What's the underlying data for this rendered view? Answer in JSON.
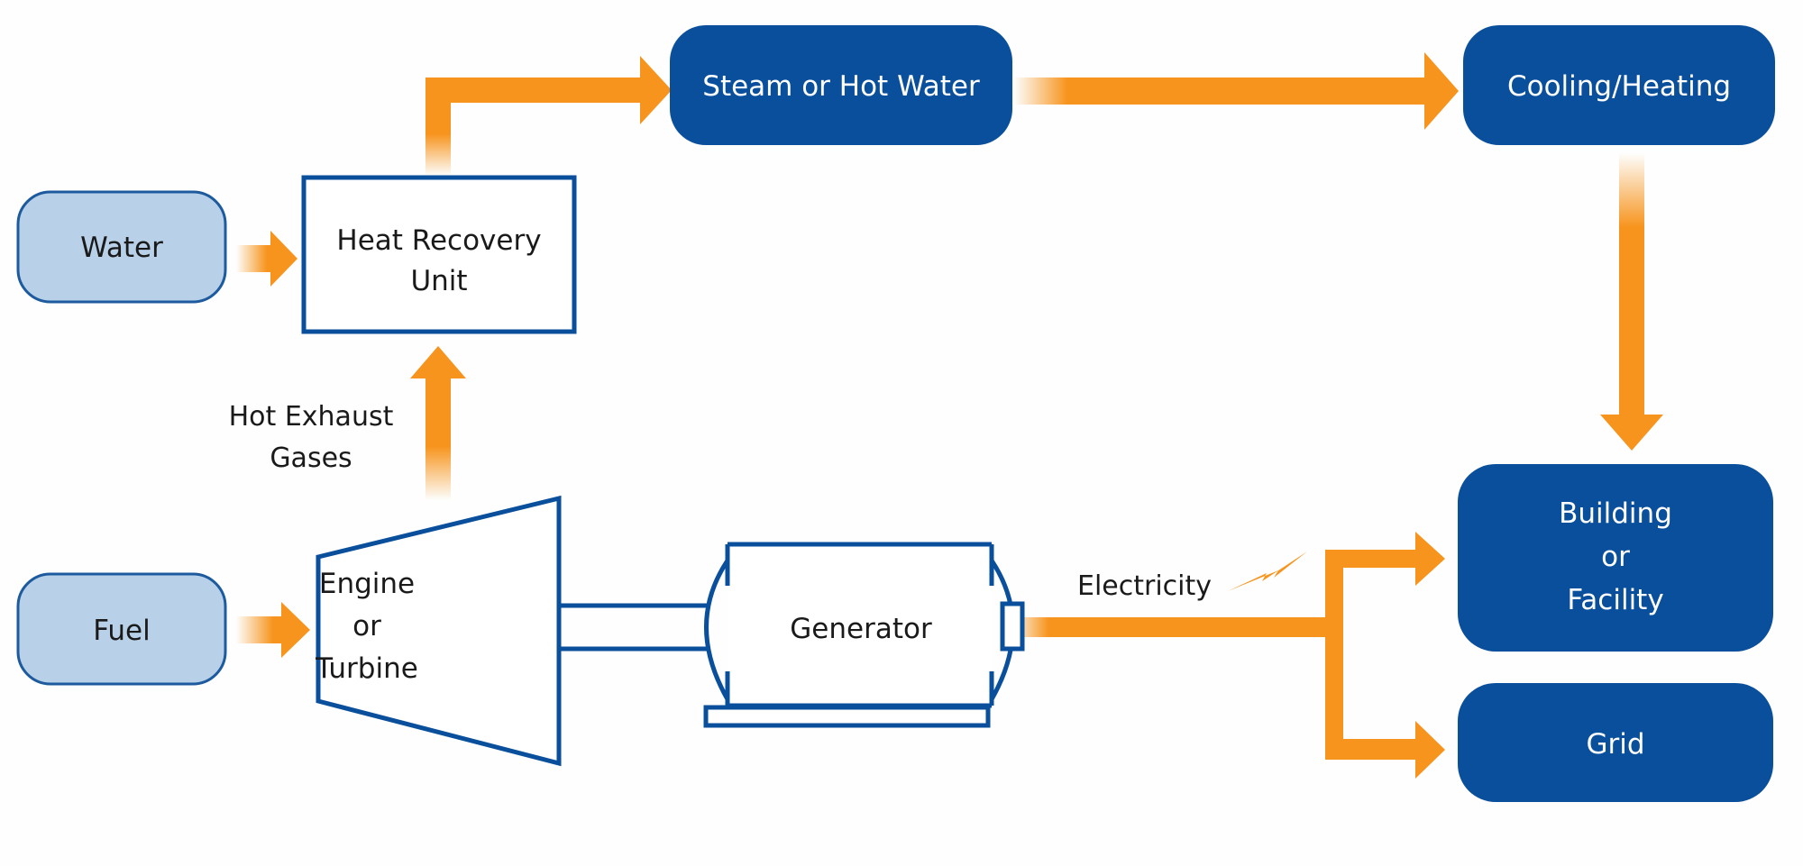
{
  "diagram": {
    "type": "flowchart",
    "subject": "combined heat and power system",
    "colors": {
      "flow_arrow": "#f7941d",
      "dark_node_fill": "#0a4f9c",
      "light_node_fill": "#b8d1e8",
      "outline": "#0a4f9c",
      "text_dark": "#1a1a1a",
      "text_light": "#ffffff",
      "background": "#fdfefd"
    },
    "nodes": {
      "water": "Water",
      "fuel": "Fuel",
      "heat_recovery": [
        "Heat Recovery",
        "Unit"
      ],
      "engine": [
        "Engine",
        "or",
        "Turbine"
      ],
      "generator": "Generator",
      "steam": "Steam or Hot Water",
      "cooling": "Cooling/Heating",
      "building": [
        "Building",
        "or",
        "Facility"
      ],
      "grid": "Grid"
    },
    "labels": {
      "exhaust": [
        "Hot Exhaust",
        "Gases"
      ],
      "electricity": "Electricity"
    },
    "edges": [
      {
        "from": "Water",
        "to": "Heat Recovery Unit"
      },
      {
        "from": "Fuel",
        "to": "Engine or Turbine"
      },
      {
        "from": "Engine or Turbine",
        "to": "Heat Recovery Unit",
        "label": "Hot Exhaust Gases"
      },
      {
        "from": "Heat Recovery Unit",
        "to": "Steam or Hot Water"
      },
      {
        "from": "Steam or Hot Water",
        "to": "Cooling/Heating"
      },
      {
        "from": "Cooling/Heating",
        "to": "Building or Facility"
      },
      {
        "from": "Generator",
        "to": "Building or Facility",
        "label": "Electricity"
      },
      {
        "from": "Generator",
        "to": "Grid",
        "label": "Electricity"
      }
    ]
  }
}
